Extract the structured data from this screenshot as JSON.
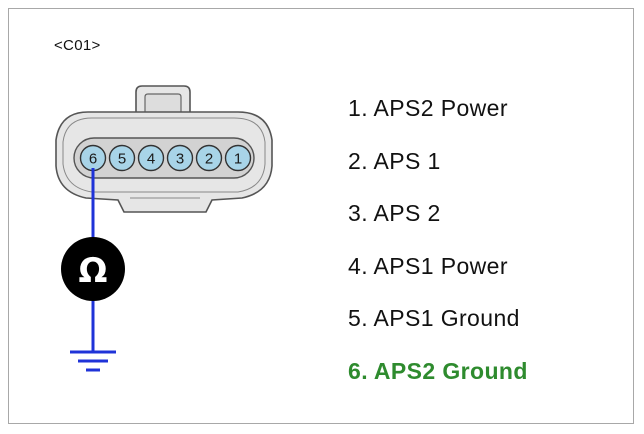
{
  "connector": {
    "id": "<C01>",
    "pins": [
      "6",
      "5",
      "4",
      "3",
      "2",
      "1"
    ]
  },
  "meter": {
    "symbol": "Ω"
  },
  "pinout": [
    {
      "text": "1. APS2 Power",
      "highlight": false
    },
    {
      "text": "2. APS 1",
      "highlight": false
    },
    {
      "text": "3. APS 2",
      "highlight": false
    },
    {
      "text": "4. APS1 Power",
      "highlight": false
    },
    {
      "text": "5. APS1 Ground",
      "highlight": false
    },
    {
      "text": "6. APS2 Ground",
      "highlight": true
    }
  ],
  "colors": {
    "probe_wire": "#1f33d8",
    "highlight_text": "#2e8b2e",
    "pin_fill": "#a8d4e8",
    "housing_fill": "#e6e6e6"
  }
}
